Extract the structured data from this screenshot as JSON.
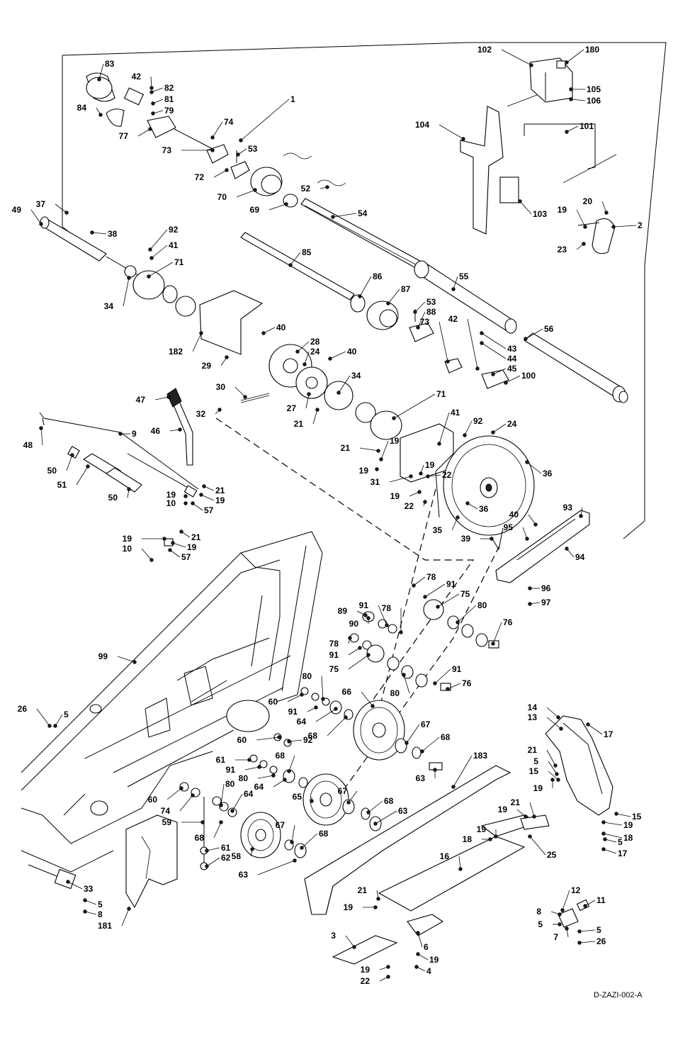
{
  "reference_code": "D-ZAZI-002-A",
  "callouts": [
    "1",
    "2",
    "3",
    "4",
    "5",
    "6",
    "7",
    "8",
    "9",
    "10",
    "11",
    "12",
    "13",
    "14",
    "15",
    "16",
    "17",
    "18",
    "19",
    "20",
    "21",
    "22",
    "23",
    "24",
    "25",
    "26",
    "27",
    "28",
    "29",
    "30",
    "31",
    "32",
    "33",
    "34",
    "35",
    "36",
    "37",
    "38",
    "39",
    "40",
    "41",
    "42",
    "43",
    "44",
    "45",
    "46",
    "47",
    "48",
    "49",
    "50",
    "51",
    "52",
    "53",
    "54",
    "55",
    "56",
    "57",
    "58",
    "59",
    "60",
    "61",
    "62",
    "63",
    "64",
    "65",
    "66",
    "67",
    "68",
    "69",
    "70",
    "71",
    "72",
    "73",
    "74",
    "75",
    "76",
    "77",
    "78",
    "79",
    "80",
    "81",
    "82",
    "83",
    "84",
    "85",
    "86",
    "87",
    "88",
    "89",
    "90",
    "91",
    "92",
    "93",
    "94",
    "95",
    "96",
    "97",
    "99",
    "100",
    "101",
    "102",
    "103",
    "104",
    "105",
    "106",
    "180",
    "181",
    "182",
    "183"
  ]
}
